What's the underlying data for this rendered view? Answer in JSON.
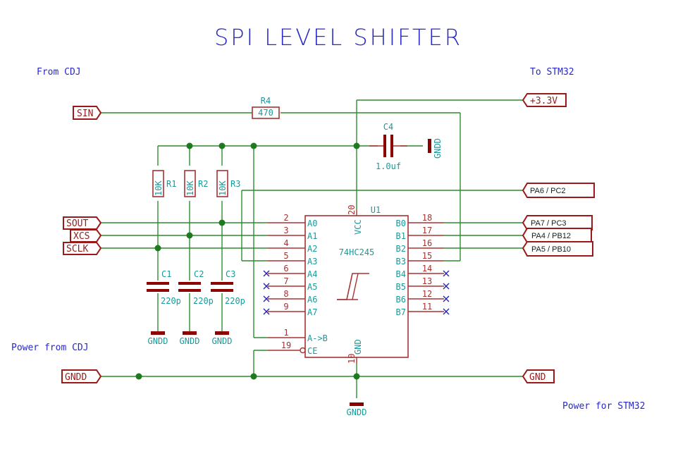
{
  "title": "SPI LEVEL SHIFTER",
  "notes": {
    "from_cdj": "From CDJ",
    "to_stm32": "To STM32",
    "power_from_cdj": "Power from CDJ",
    "power_for_stm32": "Power for STM32"
  },
  "ports_left": {
    "sin": "SIN",
    "sout": "SOUT",
    "xcs": "XCS",
    "sclk": "SCLK",
    "gndd": "GNDD"
  },
  "ports_right": {
    "v33": "+3.3V",
    "pa6": "PA6 / PC2",
    "pa7": "PA7 / PC3",
    "pa4": "PA4 / PB12",
    "pa5": "PA5 / PB10",
    "gnd": "GND"
  },
  "components": {
    "r4": {
      "ref": "R4",
      "value": "470"
    },
    "r1": {
      "ref": "R1",
      "value": "10K"
    },
    "r2": {
      "ref": "R2",
      "value": "10K"
    },
    "r3": {
      "ref": "R3",
      "value": "10K"
    },
    "c1": {
      "ref": "C1",
      "value": "220p"
    },
    "c2": {
      "ref": "C2",
      "value": "220p"
    },
    "c3": {
      "ref": "C3",
      "value": "220p"
    },
    "c4": {
      "ref": "C4",
      "value": "1.0uf"
    },
    "u1": {
      "ref": "U1",
      "value": "74HC245"
    }
  },
  "ground_symbol": "GNDD",
  "u1_pins_left": [
    {
      "num": "2",
      "name": "A0"
    },
    {
      "num": "3",
      "name": "A1"
    },
    {
      "num": "4",
      "name": "A2"
    },
    {
      "num": "5",
      "name": "A3"
    },
    {
      "num": "6",
      "name": "A4"
    },
    {
      "num": "7",
      "name": "A5"
    },
    {
      "num": "8",
      "name": "A6"
    },
    {
      "num": "9",
      "name": "A7"
    },
    {
      "num": "1",
      "name": "A->B"
    },
    {
      "num": "19",
      "name": "CE"
    }
  ],
  "u1_pins_right": [
    {
      "num": "18",
      "name": "B0"
    },
    {
      "num": "17",
      "name": "B1"
    },
    {
      "num": "16",
      "name": "B2"
    },
    {
      "num": "15",
      "name": "B3"
    },
    {
      "num": "14",
      "name": "B4"
    },
    {
      "num": "13",
      "name": "B5"
    },
    {
      "num": "12",
      "name": "B6"
    },
    {
      "num": "11",
      "name": "B7"
    }
  ],
  "u1_power": {
    "vcc_num": "20",
    "vcc_name": "VCC",
    "gnd_num": "10",
    "gnd_name": "GND"
  }
}
